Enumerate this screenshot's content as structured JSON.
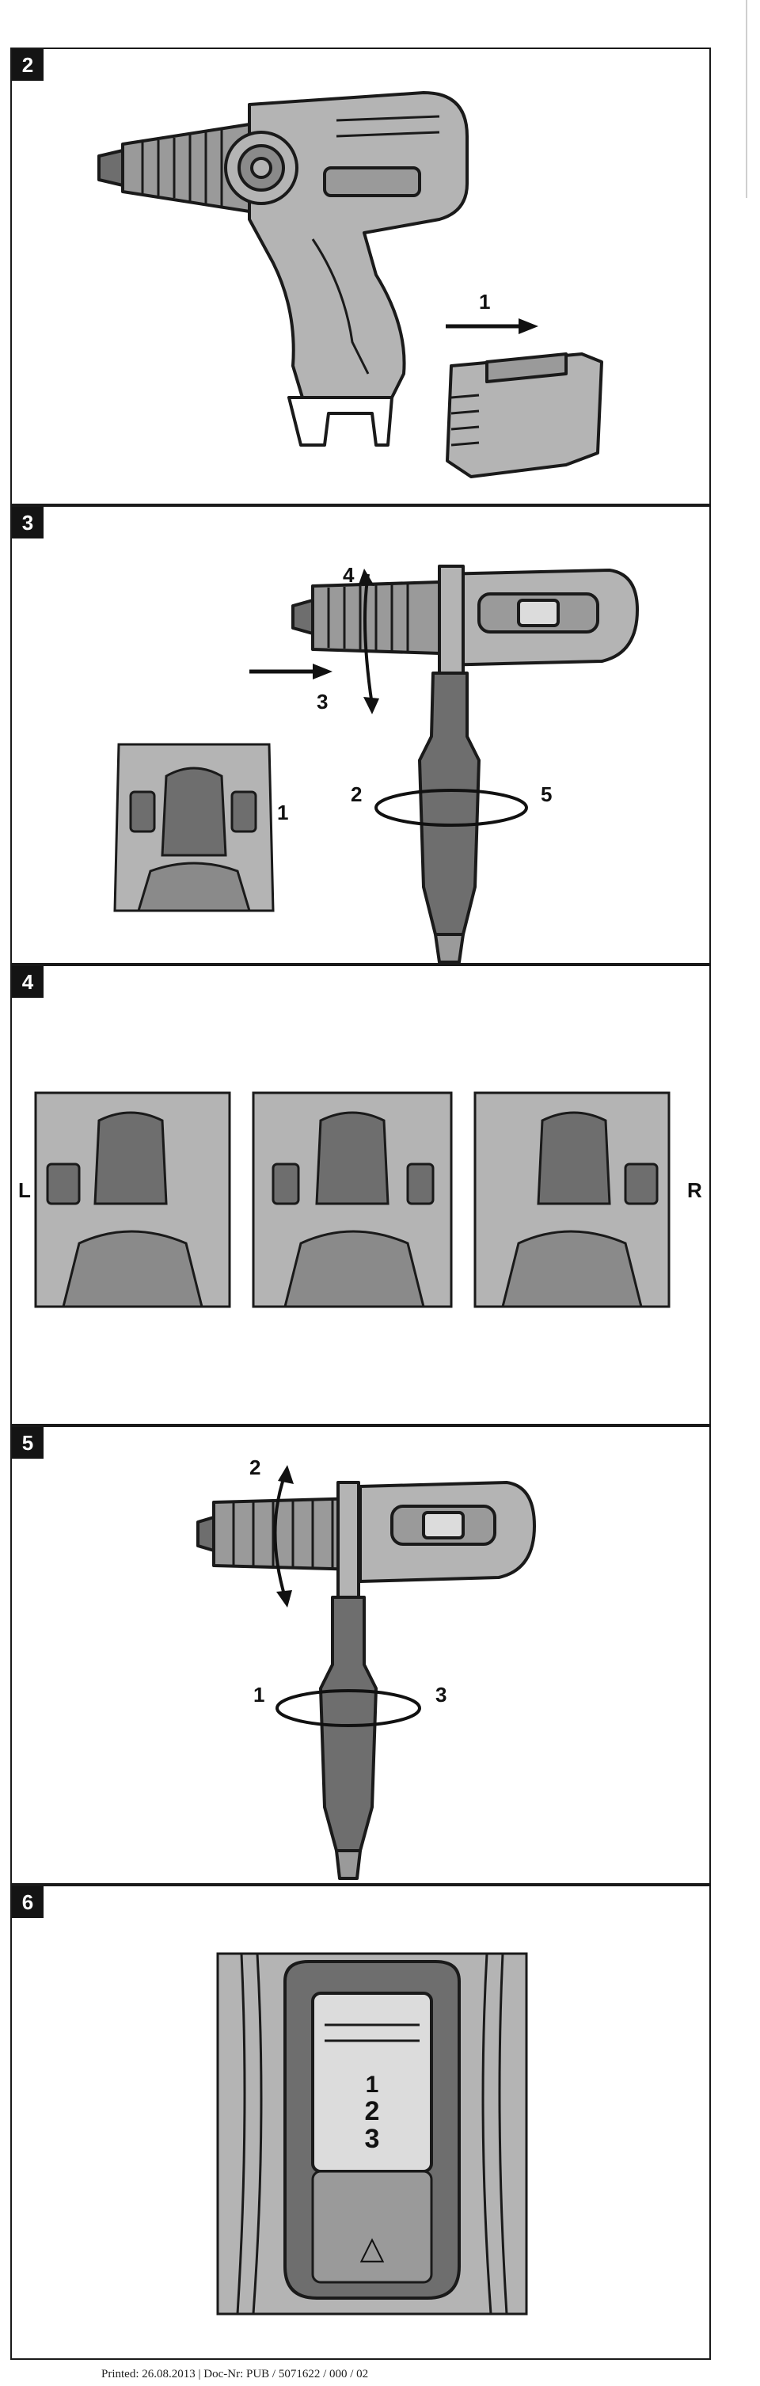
{
  "panels": [
    {
      "number": "2",
      "callouts": [
        "1"
      ]
    },
    {
      "number": "3",
      "callouts": [
        "4",
        "3",
        "2",
        "5",
        "1"
      ]
    },
    {
      "number": "4",
      "labels": [
        "L",
        "R"
      ]
    },
    {
      "number": "5",
      "callouts": [
        "2",
        "1",
        "3"
      ]
    },
    {
      "number": "6",
      "gear_numbers": [
        "1",
        "2",
        "3"
      ],
      "warning_symbol": "△"
    }
  ],
  "footer": {
    "text": "Printed: 26.08.2013 | Doc-Nr: PUB / 5071622 / 000 / 02"
  },
  "colors": {
    "tool_gray": "#b4b4b4",
    "dark_gray": "#6e6e6e",
    "outline": "#1a1a1a",
    "badge": "#141414"
  }
}
